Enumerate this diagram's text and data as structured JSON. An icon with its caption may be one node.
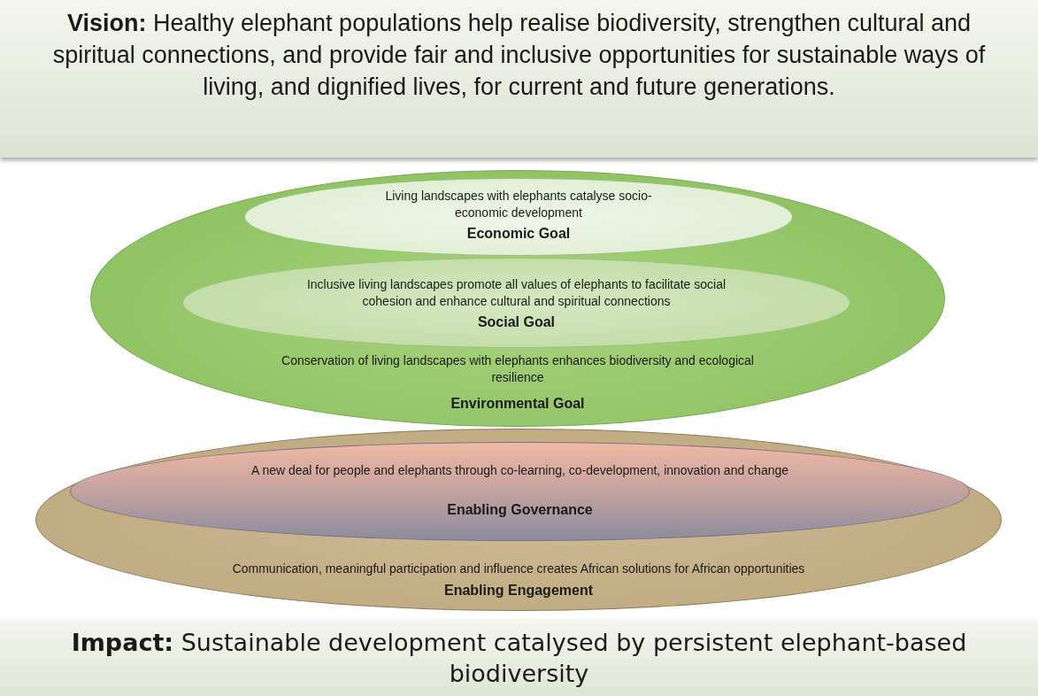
{
  "diagram": {
    "nodes": [
      {
        "text": [
          "**Vision:** Healthy elephant populations help realise biodiversity, strengthen cultural and spiritual connections, and provide fair and inclusive opportunities for sustainable ways of living, and dignified lives, for current and future generations."
        ]
      },
      {
        "text": [
          "Conservation of living landscapes with elephants enhances biodiversity and ecological resilience",
          "Environmental Goal"
        ]
      },
      {
        "text": [
          "Living landscapes with elephants catalyse socio-economic development",
          "Economic Goal"
        ],
        "in": 1
      },
      {
        "text": [
          "Inclusive living landscapes promote all values of elephants to facilitate social cohesion and enhance cultural and spiritual connections",
          "Social Goal"
        ],
        "in": 1
      },
      {
        "text": [
          "Communication, meaningful participation and influence creates African solutions for African opportunities",
          "Enabling Engagement"
        ]
      },
      {
        "text": [
          "A new deal for people and elephants through co-learning, co-development, innovation and change",
          "Enabling Governance"
        ],
        "in": 4
      },
      {
        "text": [
          "**Impact:** Sustainable development catalysed by persistent elephant-based biodiversity"
        ]
      }
    ]
  }
}
